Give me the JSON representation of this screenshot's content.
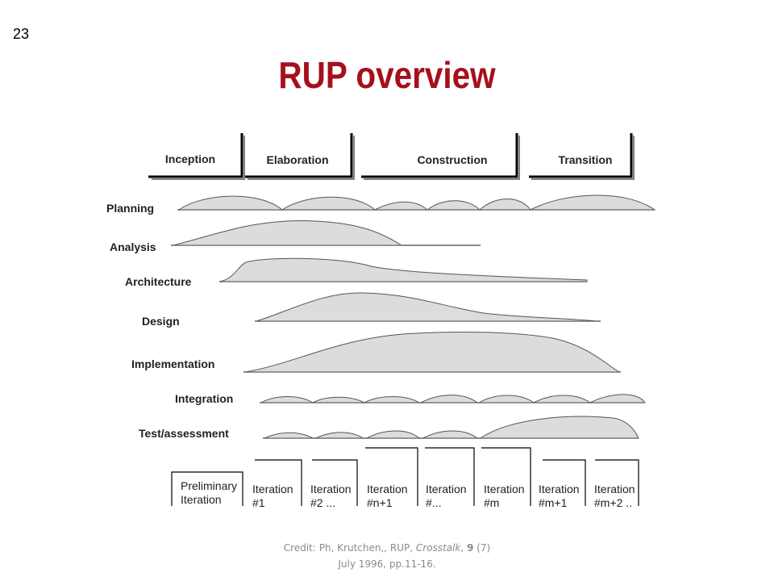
{
  "slide": {
    "number": "23",
    "title": "RUP overview",
    "credit_line1": {
      "pre": "Credit: Ph, Krutchen,, RUP, ",
      "journal": "Crosstalk",
      "sep": ", ",
      "volume": "9",
      "issue": " (7)"
    },
    "credit_line2": "July 1996, pp.11-16."
  },
  "diagram": {
    "phases": [
      "Inception",
      "Elaboration",
      "Construction",
      "Transition"
    ],
    "workflows": [
      "Planning",
      "Analysis",
      "Architecture",
      "Design",
      "Implementation",
      "Integration",
      "Test/assessment"
    ],
    "iterations": [
      {
        "line1": "Preliminary",
        "line2": "Iteration"
      },
      {
        "line1": "Iteration",
        "line2": "#1"
      },
      {
        "line1": "Iteration",
        "line2": "#2 ..."
      },
      {
        "line1": "Iteration",
        "line2": "#n+1"
      },
      {
        "line1": "Iteration",
        "line2": "#..."
      },
      {
        "line1": "Iteration",
        "line2": "#m"
      },
      {
        "line1": "Iteration",
        "line2": "#m+1"
      },
      {
        "line1": "Iteration",
        "line2": "#m+2 .."
      }
    ]
  }
}
